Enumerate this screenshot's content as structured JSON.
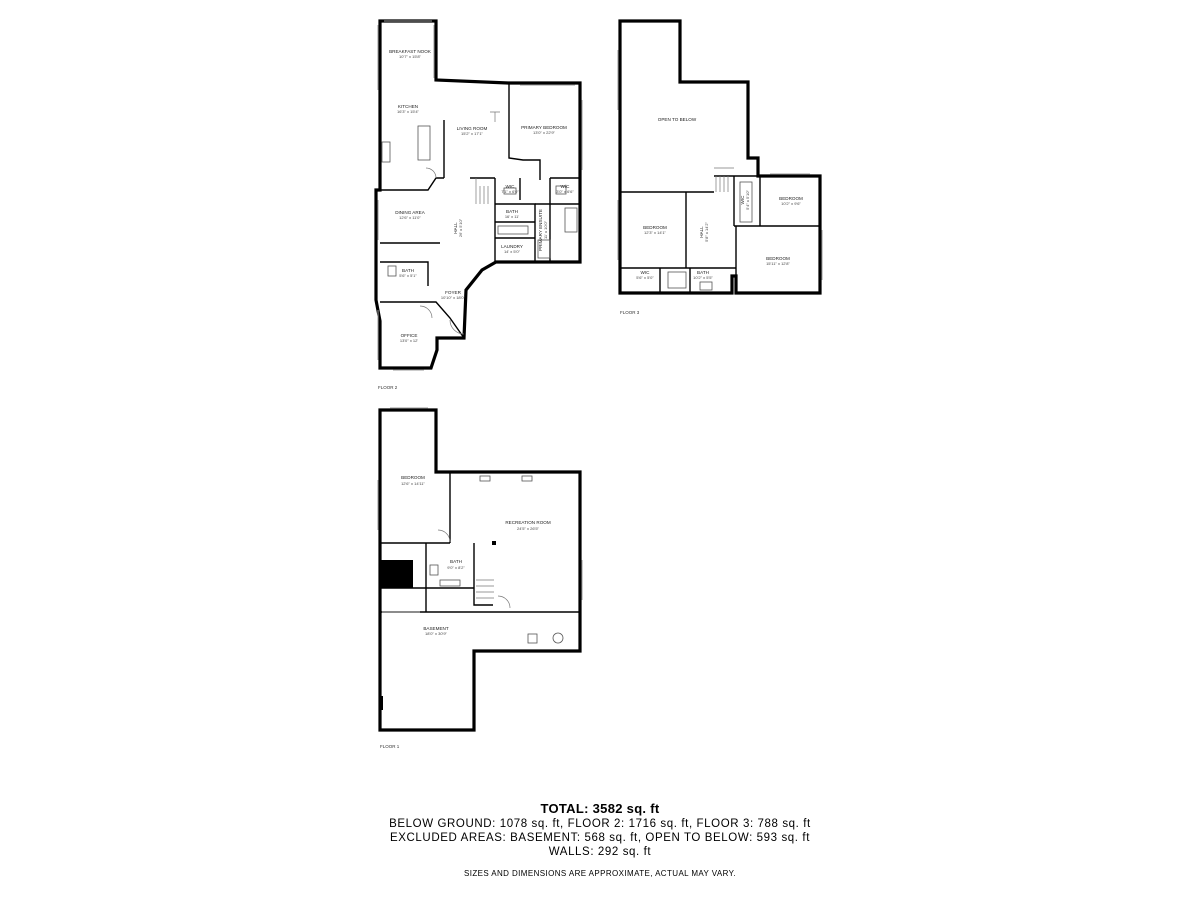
{
  "floors": {
    "floor2": {
      "label": "FLOOR 2",
      "rooms": {
        "breakfast_nook": {
          "name": "BREAKFAST NOOK",
          "dims": "10'7\" x 15'8\""
        },
        "kitchen": {
          "name": "KITCHEN",
          "dims": "16'3\" x 15'4\""
        },
        "living_room": {
          "name": "LIVING ROOM",
          "dims": "15'2\" x 17'1\""
        },
        "primary_bedroom": {
          "name": "PRIMARY BEDROOM",
          "dims": "13'0\" x 22'9\""
        },
        "wic": {
          "name": "WIC",
          "dims": "7'1\" x 6'0\""
        },
        "wc": {
          "name": "W/C",
          "dims": "3'0\" x 6'6\""
        },
        "bath_small": {
          "name": "BATH",
          "dims": "16' x 11'"
        },
        "primary_ensuite": {
          "name": "PRIMARY ENSUITE",
          "dims": "11' x 10'0\""
        },
        "laundry": {
          "name": "LAUNDRY",
          "dims": "14' x 5'0\""
        },
        "dining_area": {
          "name": "DINING AREA",
          "dims": "12'6\" x 11'0\""
        },
        "hall": {
          "name": "HALL",
          "dims": "26' x 5'10\""
        },
        "bath": {
          "name": "BATH",
          "dims": "5'6\" x 5'1\""
        },
        "foyer": {
          "name": "FOYER",
          "dims": "10'10\" x 18'0\""
        },
        "office": {
          "name": "OFFICE",
          "dims": "13'0\" x 12'"
        }
      }
    },
    "floor3": {
      "label": "FLOOR 3",
      "rooms": {
        "open_to_below": {
          "name": "OPEN TO BELOW",
          "dims": ""
        },
        "bedroom_left": {
          "name": "BEDROOM",
          "dims": "12'3\" x 14'1\""
        },
        "hall": {
          "name": "HALL",
          "dims": "5'8\" x 14'2\""
        },
        "wic_top": {
          "name": "WIC",
          "dims": "5'4\" x 5'10\""
        },
        "bedroom_right_top": {
          "name": "BEDROOM",
          "dims": "10'2\" x 9'6\""
        },
        "bedroom_right": {
          "name": "BEDROOM",
          "dims": "15'11\" x 12'8\""
        },
        "wic_bottom": {
          "name": "WIC",
          "dims": "5'6\" x 5'0\""
        },
        "bath": {
          "name": "BATH",
          "dims": "10'2\" x 5'5\""
        }
      }
    },
    "floor1": {
      "label": "FLOOR 1",
      "rooms": {
        "bedroom": {
          "name": "BEDROOM",
          "dims": "12'6\" x 14'11\""
        },
        "recreation_room": {
          "name": "RECREATION ROOM",
          "dims": "24'5\" x 26'5\""
        },
        "bath": {
          "name": "BATH",
          "dims": "9'0\" x 8'2\""
        },
        "basement": {
          "name": "BASEMENT",
          "dims": "18'0\" x 30'9\""
        }
      }
    }
  },
  "summary": {
    "total": "TOTAL: 3582 sq. ft",
    "line1": "BELOW GROUND: 1078 sq. ft, FLOOR 2: 1716 sq. ft, FLOOR 3: 788 sq. ft",
    "line2": "EXCLUDED AREAS: BASEMENT: 568 sq. ft, OPEN TO BELOW: 593 sq. ft",
    "line3": "WALLS: 292 sq. ft",
    "disclaimer": "SIZES AND DIMENSIONS ARE APPROXIMATE, ACTUAL MAY VARY."
  },
  "colors": {
    "wall": "#000000",
    "window": "#9a9a9a",
    "fixture": "#555555",
    "text": "#222222"
  }
}
